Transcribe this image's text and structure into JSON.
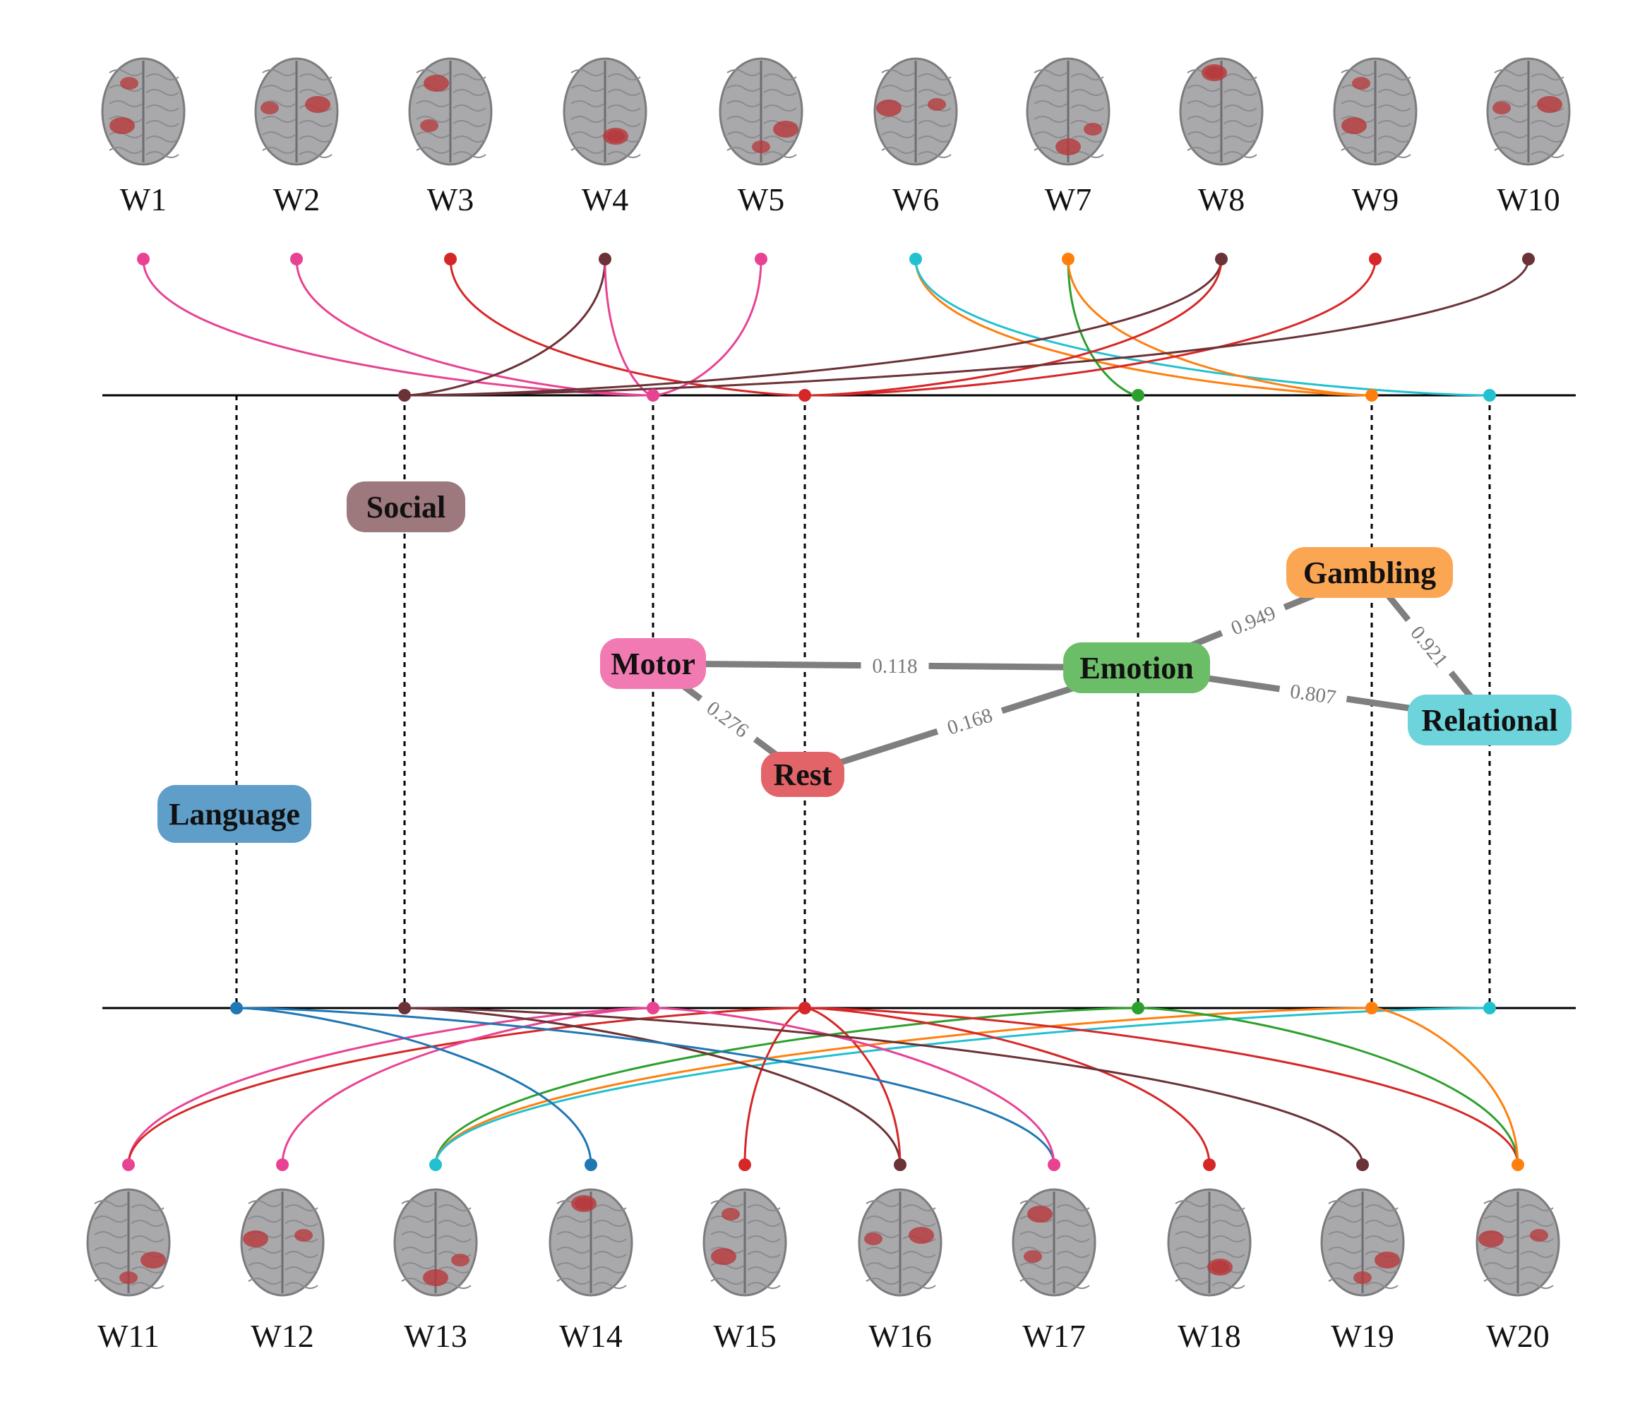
{
  "windows_top": [
    "W1",
    "W2",
    "W3",
    "W4",
    "W5",
    "W6",
    "W7",
    "W8",
    "W9",
    "W10"
  ],
  "windows_bottom": [
    "W11",
    "W12",
    "W13",
    "W14",
    "W15",
    "W16",
    "W17",
    "W18",
    "W19",
    "W20"
  ],
  "tasks": [
    {
      "id": "language",
      "label": "Language",
      "color": "#5f9ec9"
    },
    {
      "id": "social",
      "label": "Social",
      "color": "#9d787c"
    },
    {
      "id": "motor",
      "label": "Motor",
      "color": "#f27ab3"
    },
    {
      "id": "rest",
      "label": "Rest",
      "color": "#e26468"
    },
    {
      "id": "emotion",
      "label": "Emotion",
      "color": "#6bbd67"
    },
    {
      "id": "gambling",
      "label": "Gambling",
      "color": "#fba653"
    },
    {
      "id": "relational",
      "label": "Relational",
      "color": "#6dd4dc"
    }
  ],
  "task_colors_line": {
    "language": "#1f77b4",
    "social": "#6b3238",
    "motor": "#e84393",
    "rest": "#d62728",
    "emotion": "#2ca02c",
    "gambling": "#ff7f0e",
    "relational": "#22c1cf"
  },
  "top_links": [
    {
      "window": "W1",
      "task": "motor"
    },
    {
      "window": "W2",
      "task": "motor"
    },
    {
      "window": "W3",
      "task": "rest"
    },
    {
      "window": "W4",
      "task": "social"
    },
    {
      "window": "W4",
      "task": "motor"
    },
    {
      "window": "W5",
      "task": "motor"
    },
    {
      "window": "W6",
      "task": "gambling"
    },
    {
      "window": "W6",
      "task": "relational"
    },
    {
      "window": "W7",
      "task": "emotion"
    },
    {
      "window": "W7",
      "task": "gambling"
    },
    {
      "window": "W8",
      "task": "social"
    },
    {
      "window": "W8",
      "task": "rest"
    },
    {
      "window": "W9",
      "task": "rest"
    },
    {
      "window": "W10",
      "task": "social"
    }
  ],
  "bottom_links": [
    {
      "window": "W11",
      "task": "motor"
    },
    {
      "window": "W11",
      "task": "rest"
    },
    {
      "window": "W12",
      "task": "motor"
    },
    {
      "window": "W13",
      "task": "emotion"
    },
    {
      "window": "W13",
      "task": "gambling"
    },
    {
      "window": "W13",
      "task": "relational"
    },
    {
      "window": "W14",
      "task": "language"
    },
    {
      "window": "W15",
      "task": "rest"
    },
    {
      "window": "W16",
      "task": "social"
    },
    {
      "window": "W16",
      "task": "rest"
    },
    {
      "window": "W17",
      "task": "language"
    },
    {
      "window": "W17",
      "task": "motor"
    },
    {
      "window": "W18",
      "task": "rest"
    },
    {
      "window": "W19",
      "task": "social"
    },
    {
      "window": "W20",
      "task": "rest"
    },
    {
      "window": "W20",
      "task": "emotion"
    },
    {
      "window": "W20",
      "task": "gambling"
    }
  ],
  "window_dot_colors_top": [
    "#e84393",
    "#e84393",
    "#d62728",
    "#6b3238",
    "#e84393",
    "#22c1cf",
    "#ff7f0e",
    "#6b3238",
    "#d62728",
    "#6b3238"
  ],
  "window_dot_colors_bottom": [
    "#e84393",
    "#e84393",
    "#22c1cf",
    "#1f77b4",
    "#d62728",
    "#6b3238",
    "#e84393",
    "#d62728",
    "#6b3238",
    "#ff7f0e"
  ],
  "task_edges": [
    {
      "from": "motor",
      "to": "emotion",
      "weight": "0.118"
    },
    {
      "from": "motor",
      "to": "rest",
      "weight": "0.276"
    },
    {
      "from": "rest",
      "to": "emotion",
      "weight": "0.168"
    },
    {
      "from": "emotion",
      "to": "gambling",
      "weight": "0.949"
    },
    {
      "from": "gambling",
      "to": "relational",
      "weight": "0.921"
    },
    {
      "from": "emotion",
      "to": "relational",
      "weight": "0.807"
    }
  ]
}
